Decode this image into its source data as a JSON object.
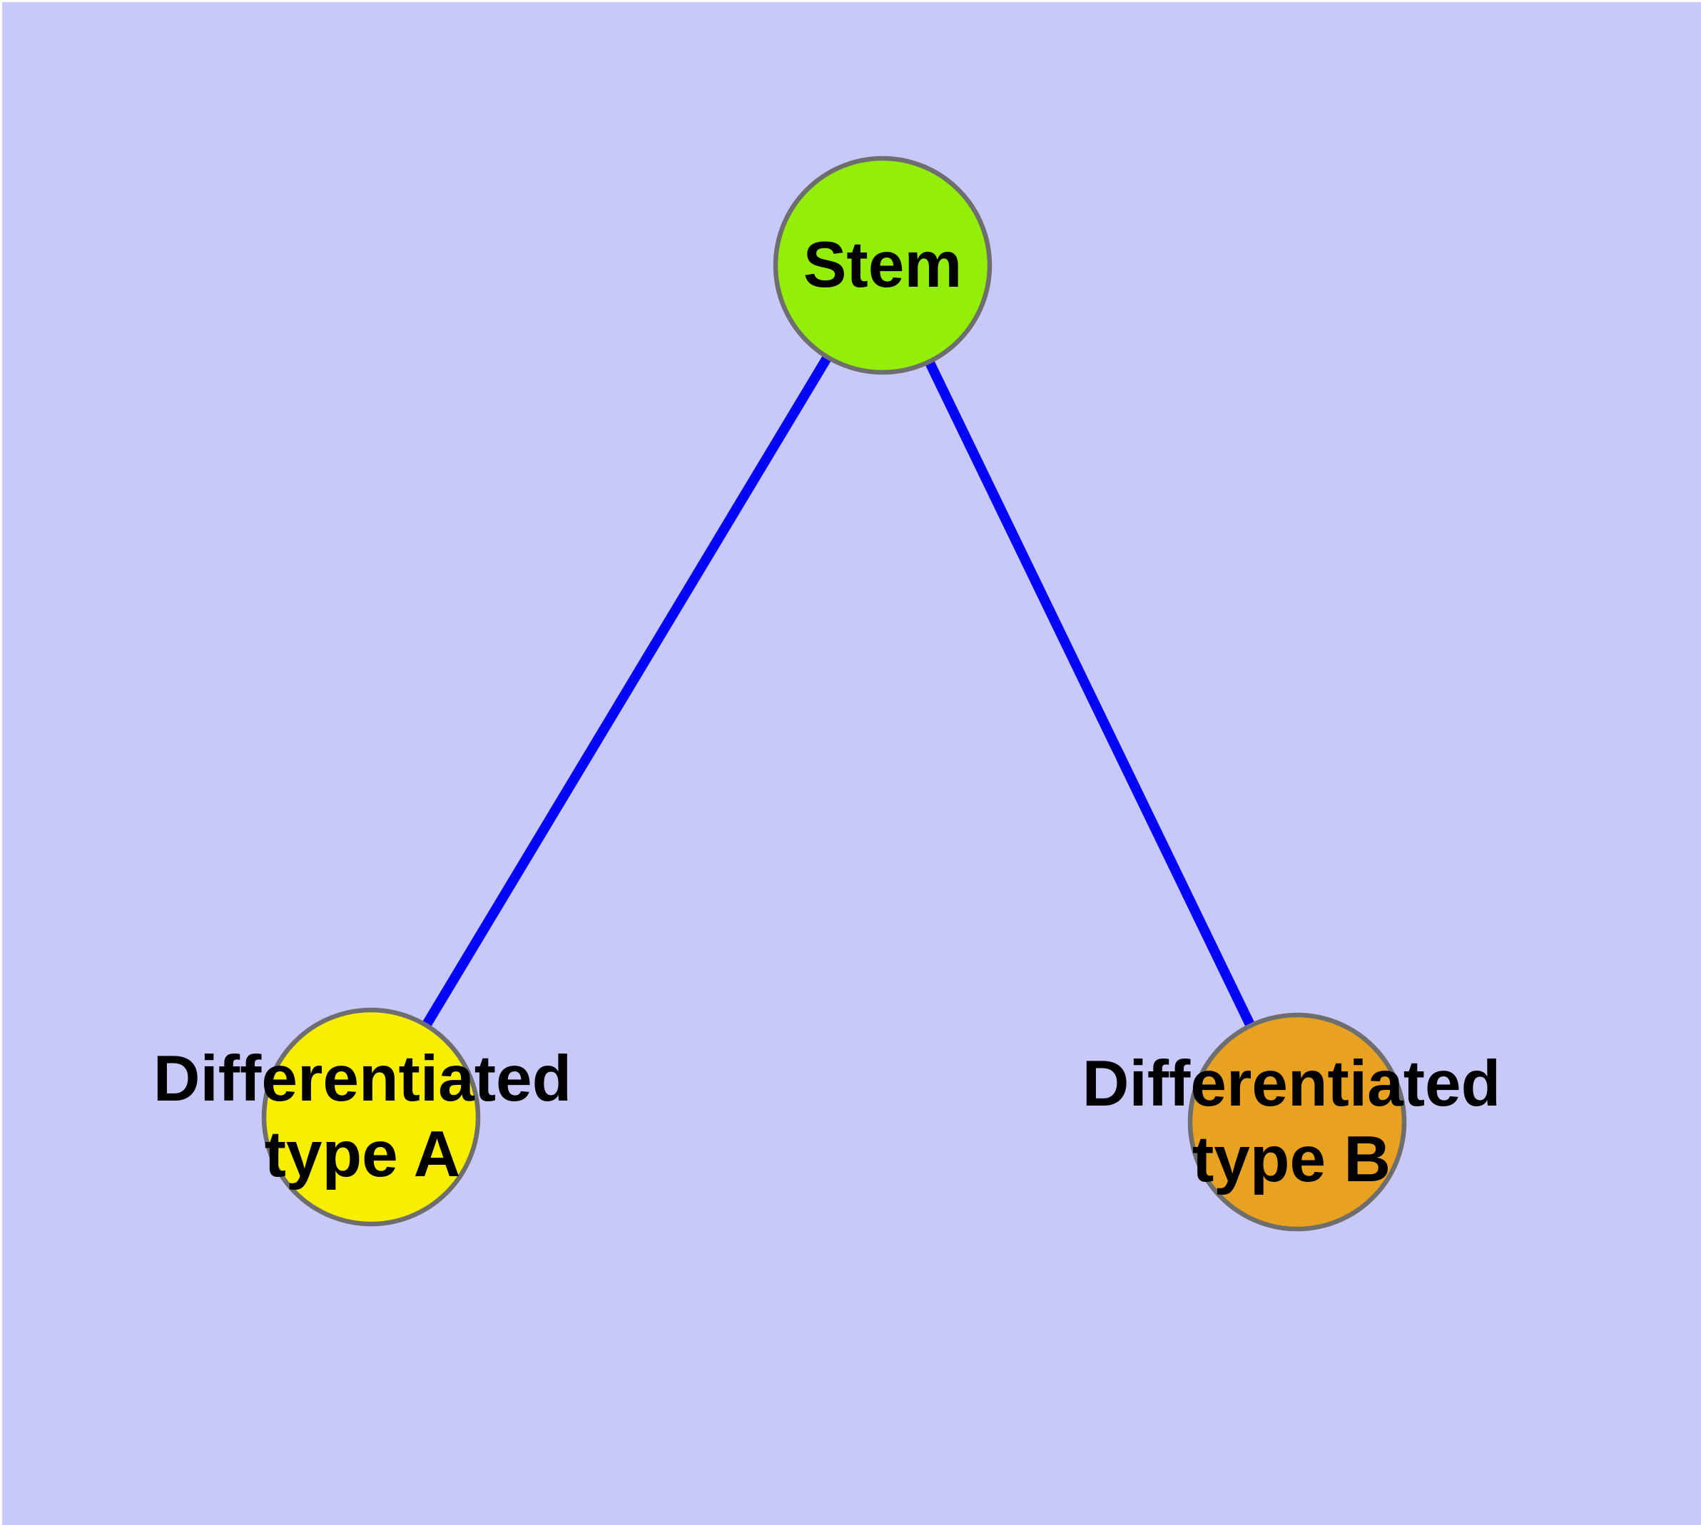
{
  "diagram": {
    "type": "node-link-graph",
    "background_color": "#c9c9f9",
    "page_margin_color": "#ffffff",
    "edge_color": "#0505f5",
    "node_border_color": "#6e6e6e",
    "label_color": "#000000",
    "nodes": [
      {
        "id": "stem",
        "label": "Stem",
        "label_line1": "Stem",
        "label_line2": "",
        "color": "#93ef09"
      },
      {
        "id": "type-a",
        "label": "Differentiated type A",
        "label_line1": "Differentiated",
        "label_line2": "type A",
        "color": "#f8ee00"
      },
      {
        "id": "type-b",
        "label": "Differentiated type B",
        "label_line1": "Differentiated",
        "label_line2": "type B",
        "color": "#e8a21f"
      }
    ],
    "edges": [
      {
        "from": "Stem",
        "to": "Differentiated type A"
      },
      {
        "from": "Stem",
        "to": "Differentiated type B"
      }
    ]
  }
}
